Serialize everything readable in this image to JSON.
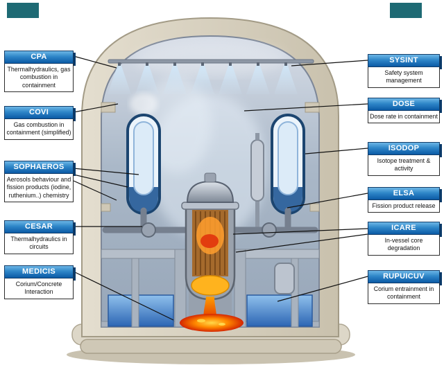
{
  "labels": {
    "left": [
      {
        "id": "cpa",
        "title": "CPA",
        "desc": "Thermalhydraulics, gas combustion in containment"
      },
      {
        "id": "covi",
        "title": "COVI",
        "desc": "Gas combustion in containment (simplified)"
      },
      {
        "id": "sophaeros",
        "title": "SOPHAEROS",
        "desc": "Aerosols behaviour and fission products (iodine, ruthenium..) chemistry"
      },
      {
        "id": "cesar",
        "title": "CESAR",
        "desc": "Thermalhydraulics in circuits"
      },
      {
        "id": "medicis",
        "title": "MEDICIS",
        "desc": "Corium/Concrete Interaction"
      }
    ],
    "right": [
      {
        "id": "sysint",
        "title": "SYSINT",
        "desc": "Safety system management"
      },
      {
        "id": "dose",
        "title": "DOSE",
        "desc": "Dose rate in containment"
      },
      {
        "id": "isodop",
        "title": "ISODOP",
        "desc": "Isotope treatment & activity"
      },
      {
        "id": "elsa",
        "title": "ELSA",
        "desc": "Fission product release"
      },
      {
        "id": "icare",
        "title": "ICARE",
        "desc": "In-vessel core degradation"
      },
      {
        "id": "rupuicuv",
        "title": "RUPUICUV",
        "desc": "Corium entrainment in containment"
      }
    ]
  },
  "colors": {
    "label_header_top": "#6cb6e6",
    "label_header_bottom": "#0b5aa5",
    "label_shadow": "#0a3a69",
    "containment_wall": "#d9d3c3",
    "interior_top": "#d7dde7",
    "interior_bottom": "#97a6b8",
    "spray": "#cfe6f8",
    "steam_generator_outline": "#1c4570",
    "water_pool": "#2d66b4",
    "corium": "#d42600",
    "corner_badge": "#1e6a74"
  }
}
